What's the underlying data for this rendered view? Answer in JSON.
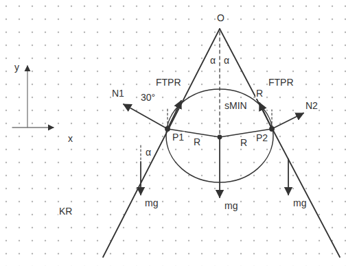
{
  "diagram": {
    "labels": [
      "O",
      "α",
      "α",
      "y",
      "x",
      "FTPR",
      "N1",
      "30°",
      "sMIN",
      "R",
      "FTPR",
      "N2",
      "α",
      "P1",
      "R",
      "R",
      "P2",
      "mg",
      "mg",
      "mg",
      "KR"
    ]
  }
}
